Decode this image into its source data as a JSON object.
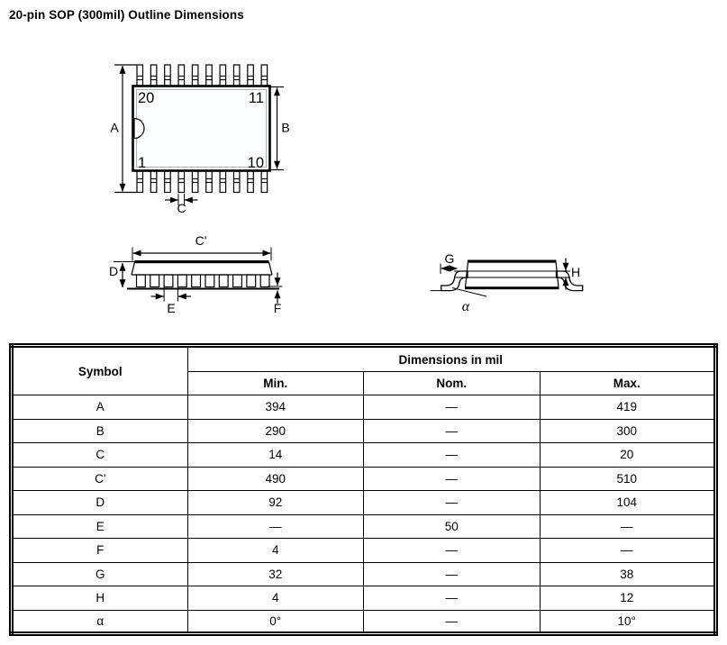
{
  "title": "20-pin SOP (300mil) Outline Dimensions",
  "colors": {
    "line": "#000000",
    "body_fill": "#fdfeff",
    "inner_outline": "#b0b0b0"
  },
  "diagrams": {
    "top": {
      "pin_top_left": "20",
      "pin_top_right": "11",
      "pin_bottom_left": "1",
      "pin_bottom_right": "10",
      "dim_a": "A",
      "dim_b": "B",
      "dim_c": "C"
    },
    "front": {
      "dim_c_prime": "C'",
      "dim_d": "D",
      "dim_e": "E",
      "dim_f": "F"
    },
    "end": {
      "dim_g": "G",
      "dim_h": "H",
      "dim_alpha": "α"
    }
  },
  "table": {
    "symbol_header": "Symbol",
    "group_header": "Dimensions in mil",
    "min_header": "Min.",
    "nom_header": "Nom.",
    "max_header": "Max.",
    "rows": [
      {
        "symbol": "A",
        "min": "394",
        "nom": "—",
        "max": "419"
      },
      {
        "symbol": "B",
        "min": "290",
        "nom": "—",
        "max": "300"
      },
      {
        "symbol": "C",
        "min": "14",
        "nom": "—",
        "max": "20"
      },
      {
        "symbol": "C'",
        "min": "490",
        "nom": "—",
        "max": "510"
      },
      {
        "symbol": "D",
        "min": "92",
        "nom": "—",
        "max": "104"
      },
      {
        "symbol": "E",
        "min": "—",
        "nom": "50",
        "max": "—"
      },
      {
        "symbol": "F",
        "min": "4",
        "nom": "—",
        "max": "—"
      },
      {
        "symbol": "G",
        "min": "32",
        "nom": "—",
        "max": "38"
      },
      {
        "symbol": "H",
        "min": "4",
        "nom": "—",
        "max": "12"
      },
      {
        "symbol": "α",
        "min": "0°",
        "nom": "—",
        "max": "10°"
      }
    ]
  }
}
